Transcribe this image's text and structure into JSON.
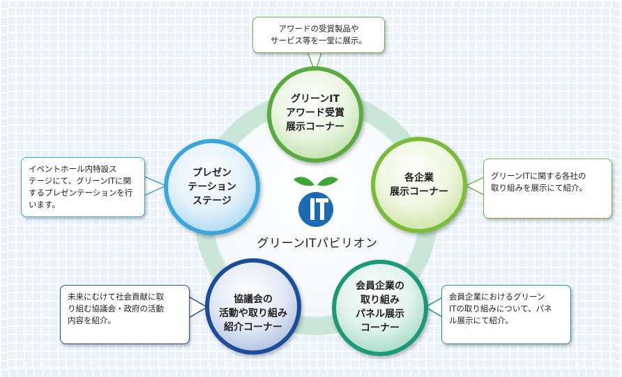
{
  "center": {
    "title": "グリーンITパビリオン"
  },
  "nodes": {
    "top": "グリーンIT\nアワード受賞\n展示コーナー",
    "right": "各企業\n展示コーナー",
    "bottom_right": "会員企業の\n取り組み\nパネル展示\nコーナー",
    "bottom_left": "協議会の\n活動や取り組み\n紹介コーナー",
    "left": "プレゼン\nテーション\nステージ"
  },
  "callouts": {
    "top": "アワードの受賞製品や\nサービス等を一堂に展示。",
    "right": "グリーンITに関する各社の\n取り組みを展示にて紹介。",
    "bottom_right": "会員企業におけるグリーン\nITの取り組みについて、パネ\nル展示にて紹介。",
    "bottom_left": "未来にむけて社会貢献に取\nり組む協議会・政府の活動\n内容を紹介。",
    "left": "イベントホール内特設ス\nテージにて、グリーンITに関\nするプレゼンテーションを行\nいます。"
  },
  "colors": {
    "green": "#5aaa3c",
    "light_green": "#7cbb3c",
    "sky_blue": "#3aa6de",
    "navy": "#1f4e9a",
    "teal": "#1f9a75",
    "logo_blue": "#1b6bb4",
    "logo_leaf": "#3fa535"
  },
  "icons": {
    "logo": "green-it-logo-icon"
  }
}
